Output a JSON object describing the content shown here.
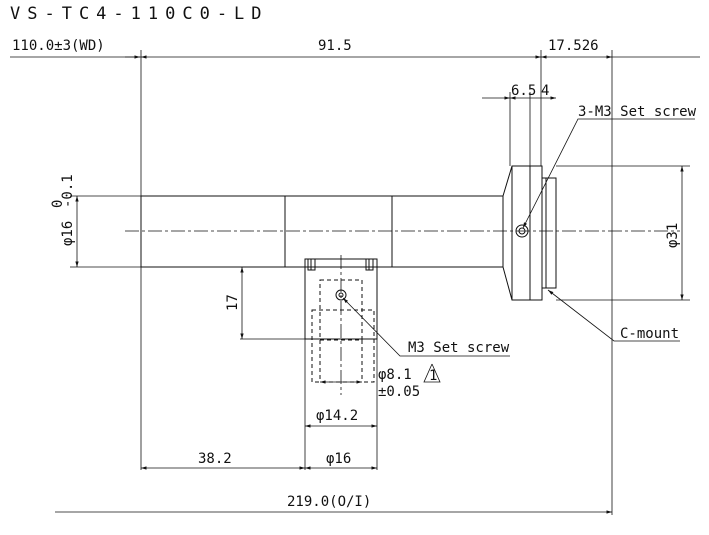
{
  "title": "VS-TC4-110C0-LD",
  "dimensions": {
    "wd": "110.0±3(WD)",
    "body_length": "91.5",
    "mount_length": "17.526",
    "ring_a": "6.5",
    "ring_b": "4",
    "tube_dia": "φ16",
    "tube_tol_upper": "0",
    "tube_tol_lower": "-0.1",
    "mount_dia": "φ31",
    "offset": "17",
    "port_dia": "φ8.1",
    "port_tol": "±0.05",
    "port_note": "1",
    "port_outer": "φ14.2",
    "port_width": "φ16",
    "to_port": "38.2",
    "total": "219.0(O/I)"
  },
  "labels": {
    "set_screw_3": "3-M3 Set screw",
    "set_screw": "M3 Set screw",
    "cmount": "C-mount"
  }
}
